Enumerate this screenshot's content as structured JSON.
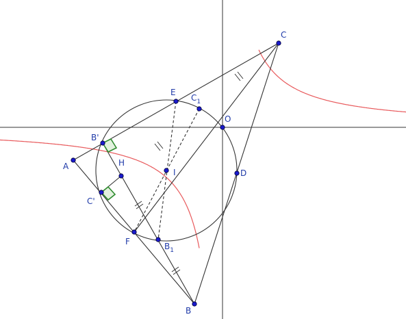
{
  "figure": {
    "colors": {
      "line": "#333333",
      "axis": "#333333",
      "curve": "#e8595b",
      "point": "#1a1acc",
      "pointStroke": "#000033",
      "label": "#1f3aa8",
      "rightAngle": "#2e8b2e",
      "rightAngleFill": "#cfe8c8"
    },
    "points": {
      "A": {
        "label": "A",
        "sub": ""
      },
      "B": {
        "label": "B",
        "sub": ""
      },
      "C": {
        "label": "C",
        "sub": ""
      },
      "Bp": {
        "label": "B'",
        "sub": ""
      },
      "Cp": {
        "label": "C'",
        "sub": ""
      },
      "H": {
        "label": "H",
        "sub": ""
      },
      "E": {
        "label": "E",
        "sub": ""
      },
      "C1": {
        "label": "C",
        "sub": "1"
      },
      "O": {
        "label": "O",
        "sub": ""
      },
      "I": {
        "label": "I",
        "sub": ""
      },
      "D": {
        "label": "D",
        "sub": ""
      },
      "F": {
        "label": "F",
        "sub": ""
      },
      "B1": {
        "label": "B",
        "sub": "1"
      }
    }
  }
}
